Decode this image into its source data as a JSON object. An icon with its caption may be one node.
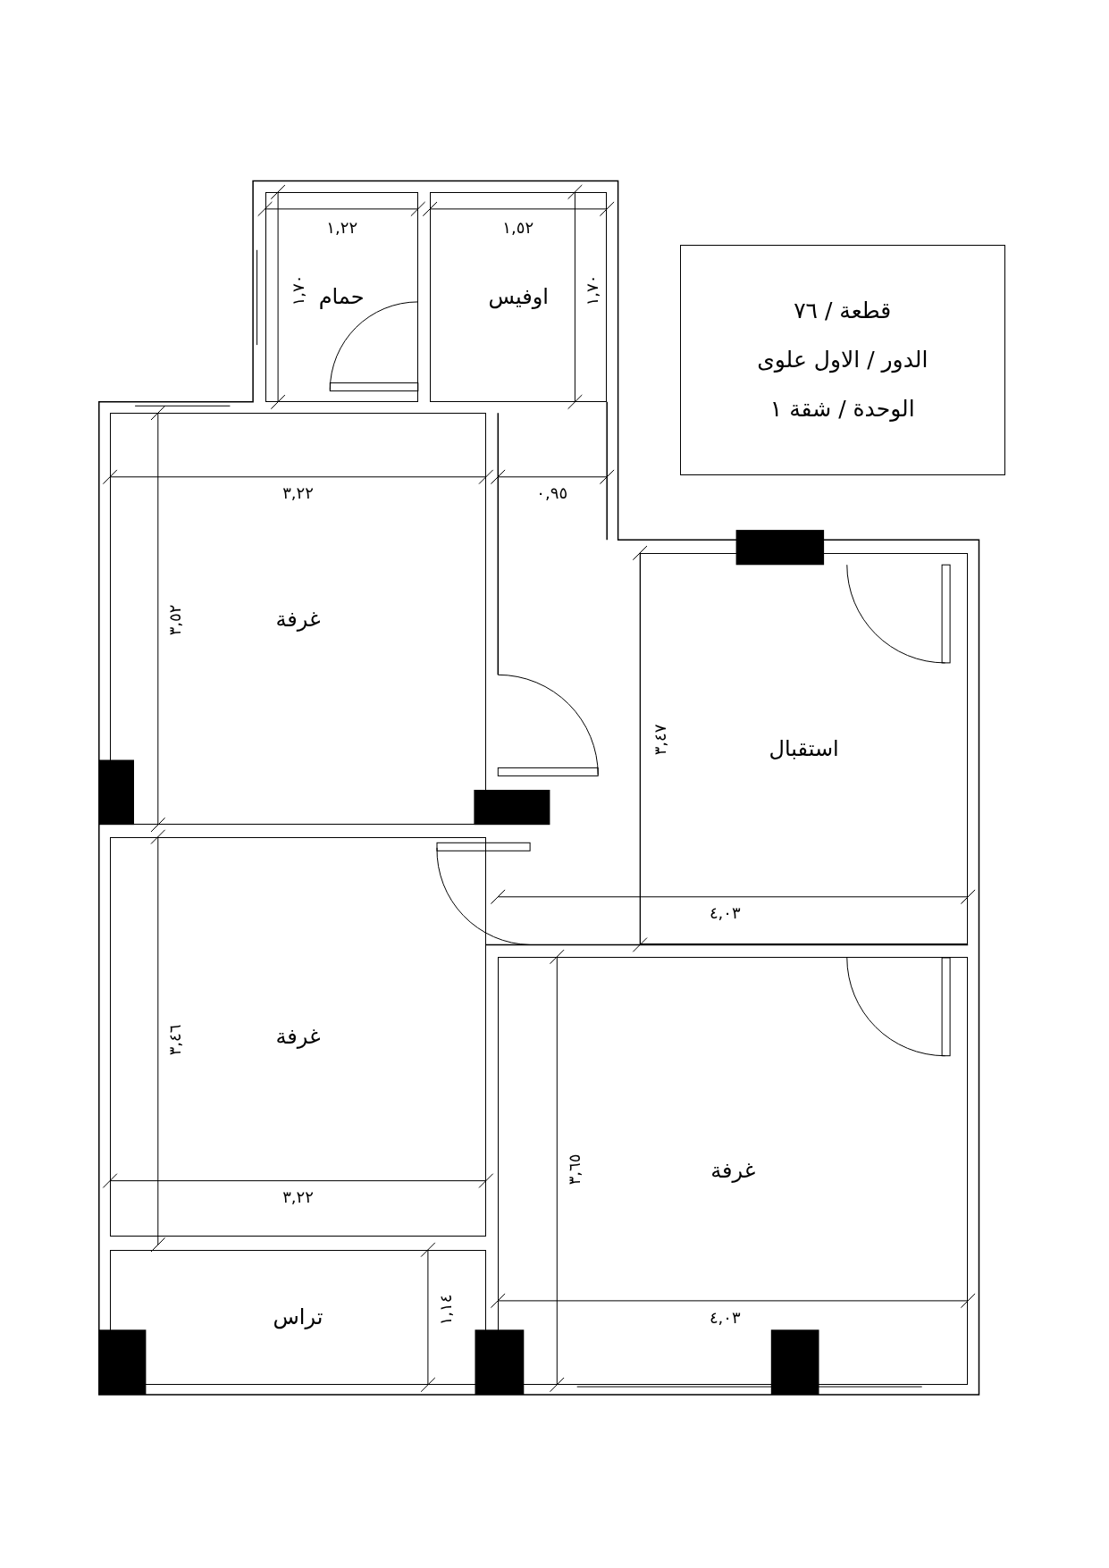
{
  "diagram": {
    "nodes": [
      {
        "text": [
          "حمام"
        ]
      },
      {
        "text": [
          "اوفيس"
        ]
      },
      {
        "text": [
          "قطعة / ٧٦",
          "الدور / الاول علوى",
          "الوحدة / شقة ١"
        ]
      },
      {
        "text": [
          "غرفة"
        ]
      },
      {
        "text": [
          "استقبال"
        ]
      },
      {
        "text": [
          "غرفة"
        ]
      },
      {
        "text": [
          "غرفة"
        ]
      },
      {
        "text": [
          "تراس"
        ]
      }
    ],
    "labels": [
      "١,٢٢",
      "١,٥٢",
      "١,٧٠",
      "١,٧٠",
      "٣,٢٢",
      "٠,٩٥",
      "٣,٥٢",
      "٣,٤٧",
      "٤,٠٣",
      "٣,٤٦",
      "٣,٢٢",
      "٣,٦٥",
      "١,١٤",
      "٤,٠٣"
    ]
  }
}
